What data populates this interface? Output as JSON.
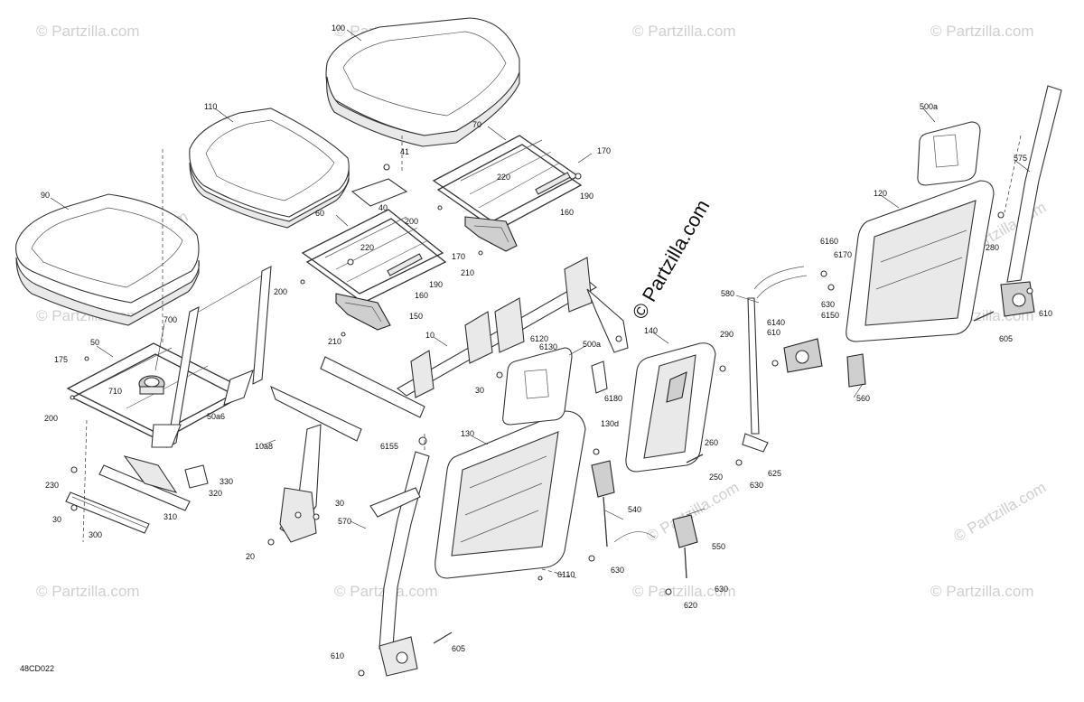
{
  "diagram": {
    "code": "48CD022",
    "watermark": "© Partzilla.com",
    "brand_stamp": "© Partzilla.com"
  },
  "callouts": [
    "100",
    "110",
    "90",
    "41",
    "40",
    "200",
    "70",
    "170",
    "220",
    "190",
    "160",
    "210",
    "60",
    "220",
    "170",
    "190",
    "160",
    "150",
    "200",
    "210",
    "700",
    "50",
    "175",
    "710",
    "200",
    "50a6",
    "10",
    "6120",
    "6130",
    "500a",
    "30",
    "6180",
    "140",
    "290",
    "10a8",
    "6155",
    "130d",
    "130",
    "260",
    "250",
    "540",
    "570",
    "30",
    "20",
    "550",
    "630",
    "6110",
    "630",
    "620",
    "605",
    "610",
    "230",
    "330",
    "320",
    "310",
    "30",
    "300",
    "500a",
    "120",
    "575",
    "6160",
    "6170",
    "630",
    "6150",
    "580",
    "280",
    "610",
    "605",
    "6140",
    "610",
    "560",
    "625",
    "630"
  ]
}
